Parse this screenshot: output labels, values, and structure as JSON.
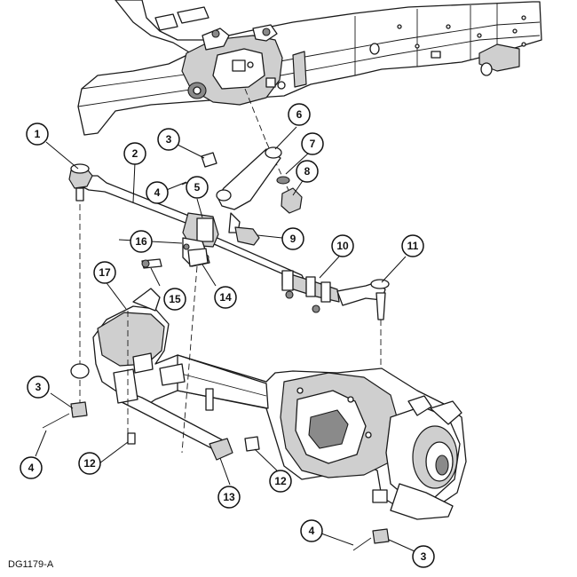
{
  "figure_id": "DG1179-A",
  "callouts": [
    "1",
    "2",
    "3",
    "4",
    "5",
    "6",
    "7",
    "8",
    "9",
    "10",
    "11",
    "3",
    "4",
    "17",
    "16",
    "15",
    "14",
    "12",
    "13",
    "12",
    "4",
    "3"
  ]
}
